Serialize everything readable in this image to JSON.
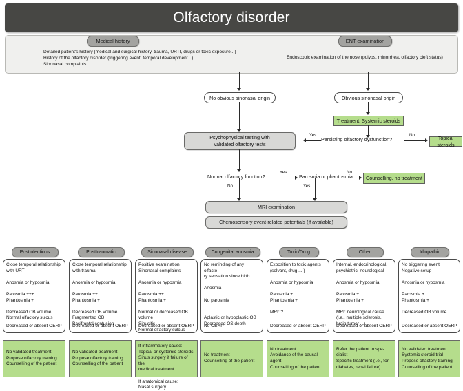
{
  "title": "Olfactory disorder",
  "top_panel": {
    "medical_history_label": "Medical history",
    "medical_history_text": "Detailed patient's history (medical and surgical history, trauma, URTI, drugs or toxic exposure...)\nHistory of the olfactory disorder (triggering event, temporal development...)\nSinonasal complaints",
    "ent_label": "ENT examination",
    "ent_text": "Endoscopic examination of the nose (polyps, rhinorrhea, olfactory cleft status)"
  },
  "flow": {
    "no_obvious_sinonasal": "No obvious sinonasal origin",
    "obvious_sinonasal": "Obvious sinonasal origin",
    "systemic_steroids": "Treatment: Systemic steroids",
    "persisting_question": "Persisting olfactory dysfunction?",
    "persisting_yes": "Yes",
    "persisting_no": "No",
    "topical_steroids": "Topical steroids",
    "psychophysical": "Psychophysical testing with\nvalidated olfactory tests",
    "normal_function_question": "Normal olfactory function?",
    "normal_yes": "Yes",
    "normal_no": "No",
    "parosmia_question": "Parosmia or phantosmia",
    "parosmia_no": "No",
    "parosmia_yes": "Yes",
    "counselling": "Counselling, no treatment",
    "mri": "MRI examination",
    "cserp": "Chemosensory event-related potentials (if available)"
  },
  "columns": [
    {
      "header": "Postinfectious",
      "body": "Close temporal relationship\nwith URTI\n\nAnosmia or hyposmia\n\nParosmia +++\nPhantosmia +\n\nDecreased OB volume\nNormal olfactory sulcus",
      "footer": "Decreased or absent OERP",
      "treatment": "No validated treatment\nPropose olfactory training\nCounselling of the patient",
      "treatment_centered": true
    },
    {
      "header": "Posttraumatic",
      "body": "Close temporal relationship\nwith trauma\n\nAnosmia or hyposmia\n\nParosmia ++\nPhantosmia +\n\nDecreased OB volume\nFragmented OB\nBasifrontal contusion",
      "footer": "Decreased or absent OERP",
      "treatment": "No validated treatment\nPropose olfactory training\nCounselling of the patient",
      "treatment_centered": true
    },
    {
      "header": "Sinonasal disease",
      "body": "Positive examination\nSinonasal complaints\n\nAnosmia or hyposmia\n\nParosmia ++\nPhantosmia +\n\nNormal or decreased OB\nvolume\nSinusitis\nNormal olfactory sulcus",
      "footer": "Decreased or absent OERP",
      "treatment": "If inflammatory cause:\nTopical or systemic steroids\nSinus surgery if failure of the\nmedical treatment\n\nIf anatomical cause:\nNasal surgery",
      "treatment_centered": false
    },
    {
      "header": "Congenital anosmia",
      "body": "No reminding of any olfacto-\nry sensation since birth\n\nAnosmia\n\nNo parosmia\n\n\nAplastic or hypoplastic OB\nDecreased OS depth",
      "footer": "No OERP",
      "treatment": "No treatment\nCounselling of the patient",
      "treatment_centered": true
    },
    {
      "header": "Toxic/Drug",
      "body": "Exposition to toxic agents\n(solvant, drug ... )\n\nAnosmia or hyposmia\n\nParosmia +\nPhantosmia +\n\nMRI: ?",
      "footer": "Decreased or absent OERP",
      "treatment": "No treatment\nAvoidance of the causal\nagent\nCounselling of the patient",
      "treatment_centered": true
    },
    {
      "header": "Other",
      "body": "Internal, endocrinological,\npsychiatric, neurological\n\n Anosmia or hyposmia\n\nParosmia +\nPhantosmia +\n\nMRI: neurological cause\n(i.e., multiple sclerosis,\nbrain tumor ...)",
      "footer": "Decreased or absent OERP",
      "treatment": "Refer the patient to spe-\ncialist\nSpecific treatment (i.e., for\ndiabetes, renal failure)",
      "treatment_centered": true
    },
    {
      "header": "Idiopathic",
      "body": "No triggering event\nNegative setup\n\nAnosmia or hyposmia\n\nParosmia +\nPhantosmia +\n\nDecreased OB volume",
      "footer": "Decreased or absent OERP",
      "treatment": "No validated treatment\nSystemic steroid trial\nPropose olfactory training\nCounselling of the patient",
      "treatment_centered": true
    }
  ],
  "colors": {
    "title_bg": "#474744",
    "panel_bg": "#f0f0ee",
    "pill_bg": "#a3a3a0",
    "grey_box": "#d8d8d6",
    "green_box": "#b5dd8c",
    "line": "#2a2a2a"
  }
}
